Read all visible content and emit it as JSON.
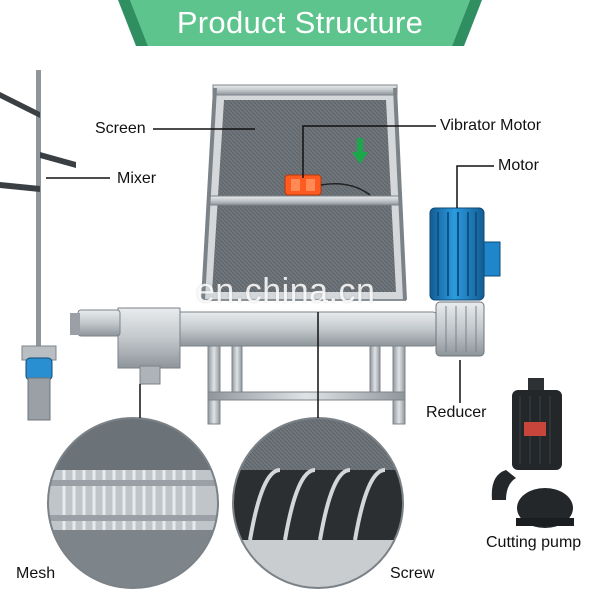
{
  "header": {
    "title": "Product Structure"
  },
  "labels": {
    "screen": "Screen",
    "mixer": "Mixer",
    "vibrator_motor": "Vibrator Motor",
    "motor": "Motor",
    "reducer": "Reducer",
    "cutting_pump": "Cutting pump",
    "mesh": "Mesh",
    "screw": "Screw"
  },
  "watermark": "en.china.cn",
  "colors": {
    "banner_green": "#5cc48c",
    "banner_dark": "#2f8f61",
    "motor_blue": "#1e7fc4",
    "vibrator_orange": "#ff5a1f",
    "arrow_green": "#1aa84a",
    "steel": "#b7bcc0"
  }
}
